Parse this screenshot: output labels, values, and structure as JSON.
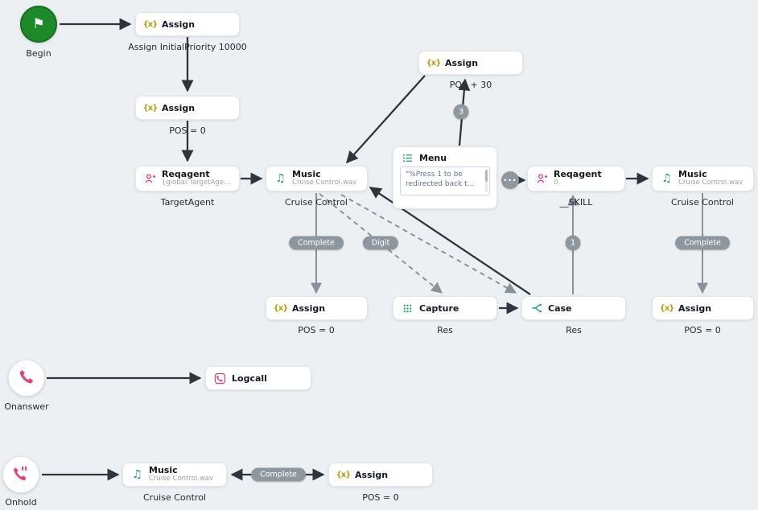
{
  "colors": {
    "canvas_bg": "#edf0f3",
    "edge_dark": "#2f353b",
    "edge_gray": "#8a9299",
    "pill_bg": "#8f979e",
    "teal_icon": "#13a36c",
    "pink_icon": "#e73b7c",
    "assign_icon": "#b2a008",
    "begin_green": "#1d8a2a"
  },
  "icons": {
    "assign": "{x}",
    "music": "♫",
    "flag": "⚑",
    "dots": "···"
  },
  "nodes": {
    "begin": {
      "label": "Begin"
    },
    "assign_initial": {
      "title": "Assign",
      "caption": "Assign InitialPriority 10000"
    },
    "assign_pos_top": {
      "title": "Assign",
      "caption": "POS = 0"
    },
    "reqagent_target": {
      "title": "Reqagent",
      "subtitle": "{global:TargetAgent}",
      "caption": "TargetAgent"
    },
    "music_main": {
      "title": "Music",
      "subtitle": "Cruise Control.wav",
      "caption": "Cruise Control"
    },
    "menu": {
      "title": "Menu",
      "prompt": "\"%Press 1 to be redirected back t..."
    },
    "assign_pos30": {
      "title": "Assign",
      "caption": "POS + 30"
    },
    "reqagent_skill": {
      "title": "Reqagent",
      "subtitle": "0",
      "caption": "__SKILL"
    },
    "music_right": {
      "title": "Music",
      "subtitle": "Cruise Control.wav",
      "caption": "Cruise Control"
    },
    "assign_left": {
      "title": "Assign",
      "caption": "POS = 0"
    },
    "capture": {
      "title": "Capture",
      "caption": "Res"
    },
    "case": {
      "title": "Case",
      "caption": "Res"
    },
    "assign_right": {
      "title": "Assign",
      "caption": "POS = 0"
    },
    "onanswer": {
      "label": "Onanswer"
    },
    "logcall": {
      "title": "Logcall"
    },
    "onhold": {
      "label": "Onhold"
    },
    "music_onhold": {
      "title": "Music",
      "subtitle": "Cruise Control.wav",
      "caption": "Cruise Control"
    },
    "assign_onhold": {
      "title": "Assign",
      "caption": "POS = 0"
    }
  },
  "edges": {
    "complete_main": "Complete",
    "complete_right": "Complete",
    "complete_onhold": "Complete",
    "digit": "Digit",
    "option_3": "3",
    "branch_1": "1",
    "more_outputs": "···"
  }
}
